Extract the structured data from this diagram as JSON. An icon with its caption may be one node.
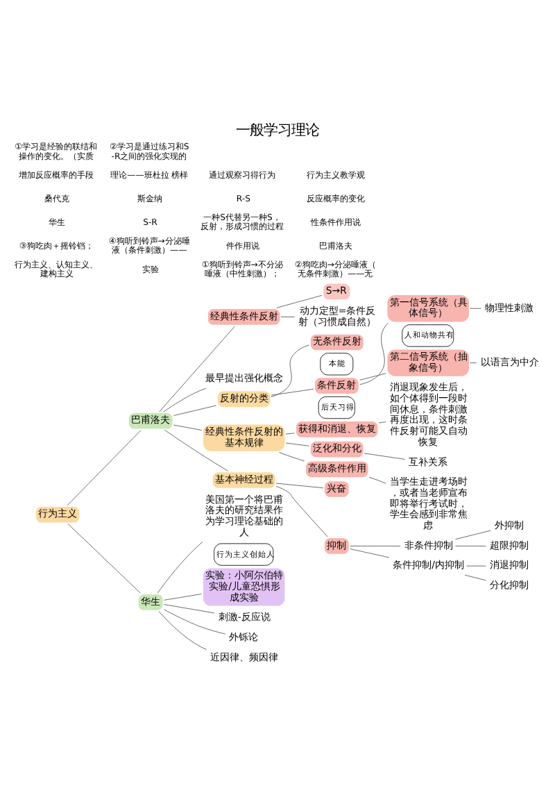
{
  "diagram": {
    "title": "一般学习理论",
    "nodes": [
      {
        "text": [
          "行为主义"
        ]
      },
      {
        "text": [
          "巴甫洛夫"
        ]
      },
      {
        "text": [
          "经典性条件反射"
        ]
      },
      {
        "text": [
          "S→R"
        ]
      },
      {
        "text": [
          "动力定型=条件反射（习惯成自然）"
        ]
      },
      {
        "text": [
          "最早提出强化概念"
        ]
      },
      {
        "text": [
          "反射的分类"
        ]
      },
      {
        "text": [
          "无条件反射"
        ],
        "beside": [
          "本能"
        ]
      },
      {
        "text": [
          "条件反射"
        ],
        "beside": [
          "后天习得"
        ]
      },
      {
        "text": [
          "第一信号系统（具体信号）"
        ],
        "beside": [
          "人和动物共有"
        ]
      },
      {
        "text": [
          "物理性刺激"
        ]
      },
      {
        "text": [
          "第二信号系统（抽象信号）"
        ]
      },
      {
        "text": [
          "以语言为中介"
        ]
      },
      {
        "text": [
          "经典性条件反射的基本规律"
        ]
      },
      {
        "text": [
          "获得和消退、恢复"
        ]
      },
      {
        "text": [
          "消退现象发生后，如个体得到一段时间休息，条件刺激再度出现，这时条件反射可能又自动恢复"
        ]
      },
      {
        "text": [
          "泛化和分化"
        ]
      },
      {
        "text": [
          "互补关系"
        ]
      },
      {
        "text": [
          "高级条件作用"
        ]
      },
      {
        "text": [
          "当学生走进考场时，或者当老师宣布即将举行考试时，学生会感到非常焦虑"
        ]
      },
      {
        "text": [
          "基本神经过程"
        ]
      },
      {
        "text": [
          "兴奋"
        ]
      },
      {
        "text": [
          "抑制"
        ]
      },
      {
        "text": [
          "非条件抑制"
        ]
      },
      {
        "text": [
          "外抑制"
        ]
      },
      {
        "text": [
          "超限抑制"
        ]
      },
      {
        "text": [
          "条件抑制/内抑制"
        ]
      },
      {
        "text": [
          "消退抑制"
        ]
      },
      {
        "text": [
          "分化抑制"
        ]
      },
      {
        "text": [
          "华生"
        ]
      },
      {
        "text": [
          "美国第一个将巴甫洛夫的研究结果作为学习理论基础的人"
        ],
        "beside": [
          "行为主义创始人"
        ]
      },
      {
        "text": [
          "实验：小阿尔伯特实验/儿童恐惧形成实验"
        ]
      },
      {
        "text": [
          "刺激-反应说"
        ]
      },
      {
        "text": [
          "外铄论"
        ]
      },
      {
        "text": [
          "近因律、频因律"
        ]
      }
    ],
    "edges": [
      {
        "from": 0,
        "to": 1,
        "arrow": "none"
      },
      {
        "from": 1,
        "to": 2,
        "arrow": "none"
      },
      {
        "from": 2,
        "to": 3,
        "arrow": "none"
      },
      {
        "from": 2,
        "to": 4,
        "arrow": "none"
      },
      {
        "from": 1,
        "to": 5,
        "arrow": "none"
      },
      {
        "from": 1,
        "to": 6,
        "arrow": "none"
      },
      {
        "from": 6,
        "to": 7,
        "arrow": "none"
      },
      {
        "from": 6,
        "to": 8,
        "arrow": "none"
      },
      {
        "from": 8,
        "to": 9,
        "arrow": "none"
      },
      {
        "from": 9,
        "to": 10,
        "arrow": "none"
      },
      {
        "from": 8,
        "to": 11,
        "arrow": "none"
      },
      {
        "from": 11,
        "to": 12,
        "arrow": "none"
      },
      {
        "from": 1,
        "to": 13,
        "arrow": "none"
      },
      {
        "from": 13,
        "to": 14,
        "arrow": "none"
      },
      {
        "from": 14,
        "to": 15,
        "arrow": "none"
      },
      {
        "from": 13,
        "to": 16,
        "arrow": "none"
      },
      {
        "from": 16,
        "to": 17,
        "arrow": "none"
      },
      {
        "from": 13,
        "to": 18,
        "arrow": "none"
      },
      {
        "from": 18,
        "to": 19,
        "arrow": "none"
      },
      {
        "from": 1,
        "to": 20,
        "arrow": "none"
      },
      {
        "from": 20,
        "to": 21,
        "arrow": "none"
      },
      {
        "from": 20,
        "to": 22,
        "arrow": "none"
      },
      {
        "from": 22,
        "to": 23,
        "arrow": "none"
      },
      {
        "from": 23,
        "to": 24,
        "arrow": "none"
      },
      {
        "from": 23,
        "to": 25,
        "arrow": "none"
      },
      {
        "from": 22,
        "to": 26,
        "arrow": "none"
      },
      {
        "from": 26,
        "to": 27,
        "arrow": "none"
      },
      {
        "from": 26,
        "to": 28,
        "arrow": "none"
      },
      {
        "from": 0,
        "to": 29,
        "arrow": "none"
      },
      {
        "from": 29,
        "to": 30,
        "arrow": "none"
      },
      {
        "from": 29,
        "to": 31,
        "arrow": "none"
      },
      {
        "from": 29,
        "to": 32,
        "arrow": "none"
      },
      {
        "from": 29,
        "to": 33,
        "arrow": "none"
      },
      {
        "from": 29,
        "to": 34,
        "arrow": "none"
      }
    ],
    "labels": [
      "行为主义、认知主义、建构主义",
      "实验",
      "①狗听到铃声→不分泌唾液（中性刺激）；",
      "②狗吃肉→分泌唾液（无条件刺激）——无",
      "③狗吃肉＋摇铃铛；",
      "④狗听到铃声→分泌唾液（条件刺激）——",
      "件作用说",
      "巴甫洛夫",
      "华生",
      "S-R",
      "一种S代替另一种S，反射，形成习惯的过程",
      "性条件作用说",
      "桑代克",
      "斯金纳",
      "R-S",
      "反应概率的变化",
      "增加反应概率的手段",
      "理论——班杜拉 榜样",
      "通过观察习得行为",
      "行为主义教学观",
      "①学习是经验的联结和操作的变化。（实质",
      "②学习是通过练习和S-R之间的强化实现的"
    ]
  }
}
